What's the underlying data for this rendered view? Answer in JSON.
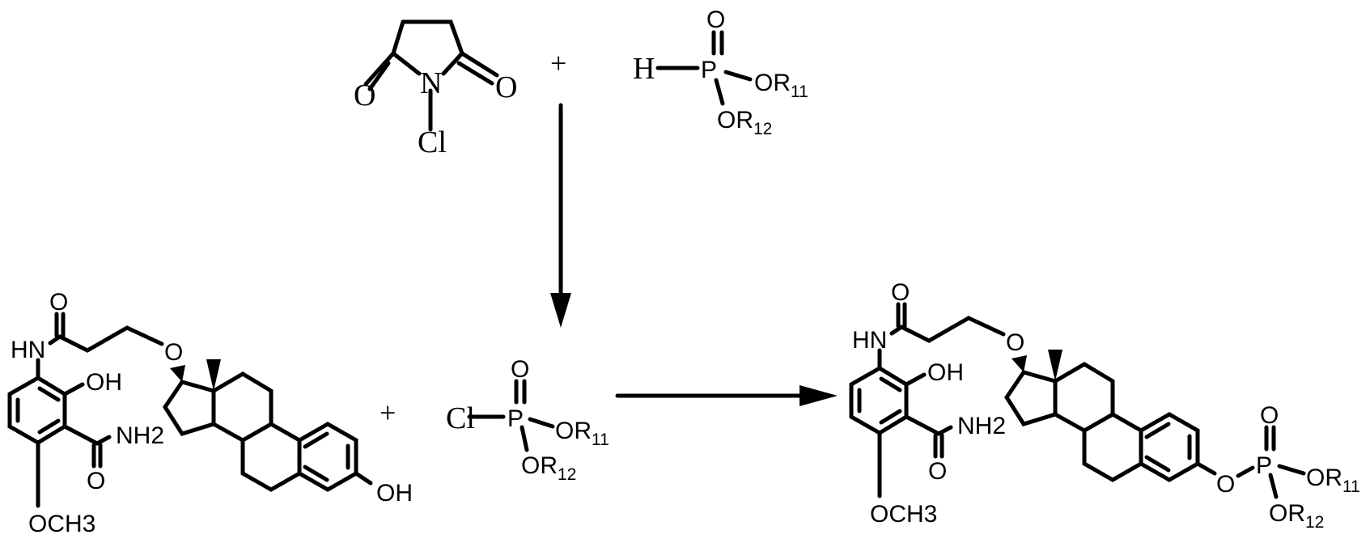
{
  "diagram": {
    "type": "chemical-reaction-scheme",
    "colors": {
      "background": "#ffffff",
      "ink": "#000000"
    },
    "step1": {
      "reagent_a": {
        "name": "N-chlorosuccinimide",
        "labels": {
          "o_left": "O",
          "o_right": "O",
          "n": "N",
          "cl": "Cl"
        }
      },
      "plus": "+",
      "reagent_b": {
        "name": "dialkyl phosphite",
        "labels": {
          "h": "H",
          "p": "P",
          "o": "O",
          "or11": "OR",
          "or11_sub": "11",
          "or12": "OR",
          "or12_sub": "12"
        }
      },
      "arrow": "down"
    },
    "step2": {
      "reactant": {
        "name": "estradiol-linked benzamide",
        "labels": {
          "hn": "HN",
          "o_amide": "O",
          "o_ether": "O",
          "oh": "OH",
          "nh2": "NH2",
          "o_carbonyl": "O",
          "och3": "OCH3",
          "phenol_oh": "OH"
        }
      },
      "plus": "+",
      "intermediate": {
        "name": "dialkyl chlorophosphate",
        "labels": {
          "cl": "Cl",
          "p": "P",
          "o": "O",
          "or11": "OR",
          "or11_sub": "11",
          "or12": "OR",
          "or12_sub": "12"
        }
      },
      "arrow": "right",
      "product": {
        "name": "estradiol phosphate conjugate",
        "labels": {
          "hn": "HN",
          "o_amide": "O",
          "o_ether": "O",
          "oh": "OH",
          "nh2": "NH2",
          "o_carbonyl": "O",
          "och3": "OCH3",
          "o_link": "O",
          "p": "P",
          "o_p": "O",
          "or11": "OR",
          "or11_sub": "11",
          "or12": "OR",
          "or12_sub": "12"
        }
      }
    }
  }
}
